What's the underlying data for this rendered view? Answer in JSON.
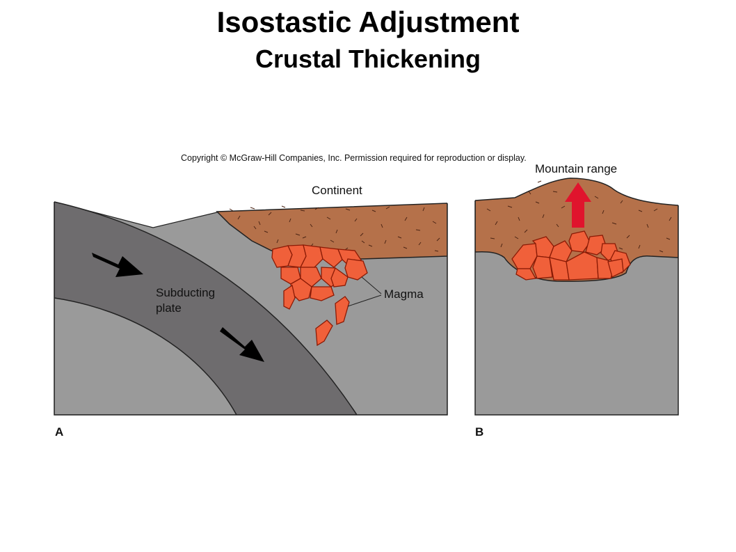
{
  "title": "Isostastic Adjustment",
  "subtitle": "Crustal Thickening",
  "figure": {
    "copyright": "Copyright © McGraw-Hill Companies, Inc. Permission required for reproduction or display.",
    "panel_a": {
      "letter": "A",
      "labels": {
        "continent": "Continent",
        "subducting_line1": "Subducting",
        "subducting_line2": "plate",
        "magma": "Magma"
      }
    },
    "panel_b": {
      "letter": "B",
      "labels": {
        "mountain_range": "Mountain range"
      }
    }
  },
  "colors": {
    "mantle": "#9a9a9a",
    "subducting_plate": "#6e6c6e",
    "continent": "#b5714a",
    "magma": "#f0603a",
    "uplift_arrow": "#e0142d",
    "motion_arrow": "#000000"
  }
}
